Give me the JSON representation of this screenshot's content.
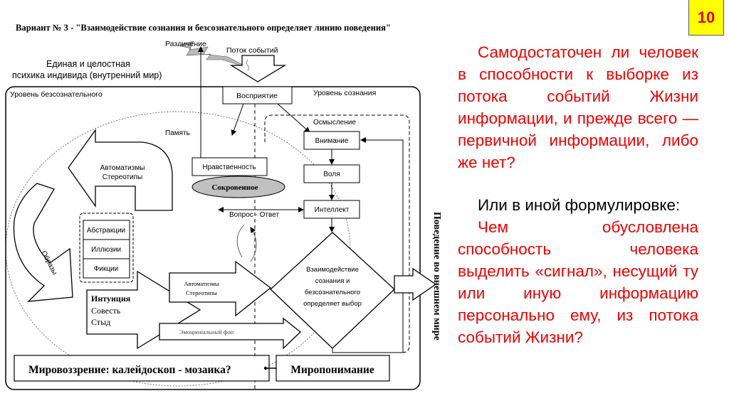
{
  "slide_number": "10",
  "colors": {
    "accent_text": "#ee0000",
    "badge_bg": "#ffff00",
    "secret_fill": "#c0c0c0",
    "lightning_fill": "#b8b8b8"
  },
  "diagram": {
    "title": "Вариант № 3 - \"Взаимодействие сознания и безсознательного определяет линию поведения\"",
    "distinction": "Различение",
    "event_flow": "Поток событий",
    "psyche_line1": "Единая и целостная",
    "psyche_line2": "психика индивида (внутренний мир)",
    "unconscious_level": "Уровень безсознательного",
    "conscious_level": "Уровень сознания",
    "perception": "Восприятие",
    "comprehension": "Осмысление",
    "memory": "Память",
    "attention": "Внимание",
    "will": "Воля",
    "intellect": "Интеллект",
    "morality": "Нравственность",
    "secret": "Сокровенное",
    "question_answer": "Вопрос - Ответ",
    "automatisms_big": [
      "Автоматизмы",
      "Стереотипы"
    ],
    "images": "Образы",
    "abstractions": "Абстракции",
    "illusions": "Иллюзии",
    "fictions": "Фикции",
    "intuition": "Интуиция",
    "conscience": "Совесть",
    "shame": "Стыд",
    "automatisms_small": [
      "Автоматизмы",
      "Стереотипы"
    ],
    "decision": [
      "Взаимодействие",
      "сознания и",
      "безсознательного",
      "определяет выбор"
    ],
    "emotional_background": "Эмоциональный фон",
    "worldview": "Мировоззрение: калейдоскоп - мозаика?",
    "world_understanding": "Миропонимание",
    "behavior": "Поведение во внешнем мире"
  },
  "text": {
    "question": "Самодостаточен ли человек в способности к выборке из потока событий Жизни информации, и прежде всего — первичной информации, либо же нет?",
    "or_intro": "Или в иной формулировке:",
    "question2": "Чем обусловлена способность человека выделить «сигнал», несущий ту или иную информацию персонально ему, из потока событий Жизни?"
  }
}
